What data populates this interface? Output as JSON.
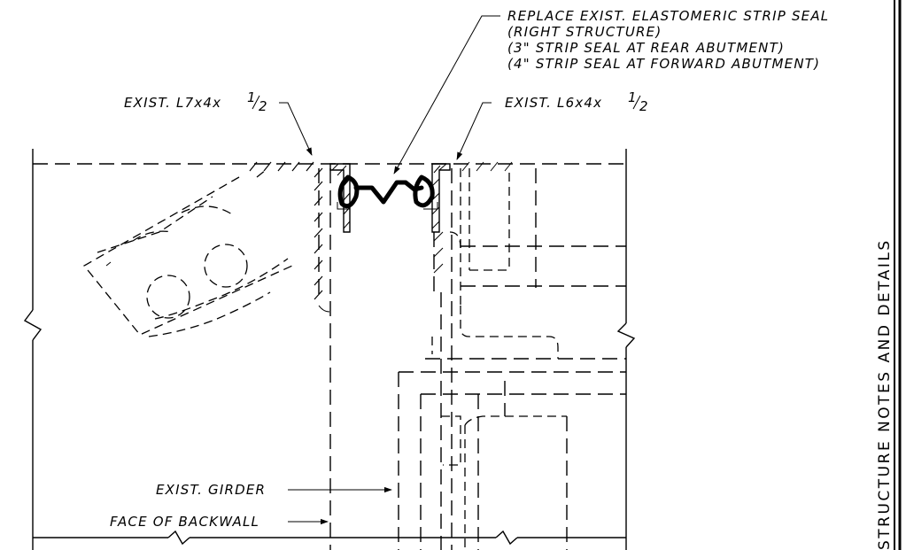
{
  "callouts": {
    "strip_seal": [
      "REPLACE EXIST. ELASTOMERIC STRIP SEAL",
      "(RIGHT STRUCTURE)",
      "(3\" STRIP SEAL AT REAR ABUTMENT)",
      "(4\" STRIP SEAL AT FORWARD ABUTMENT)"
    ],
    "left_angle_prefix": "EXIST. L7x4x",
    "left_angle_frac_num": "1",
    "left_angle_frac_den": "2",
    "right_angle_prefix": "EXIST. L6x4x",
    "right_angle_frac_num": "1",
    "right_angle_frac_den": "2",
    "girder": "EXIST. GIRDER",
    "backwall": "FACE OF BACKWALL"
  },
  "title_block": {
    "sheet_title": "STRUCTURE NOTES AND DETAILS"
  }
}
